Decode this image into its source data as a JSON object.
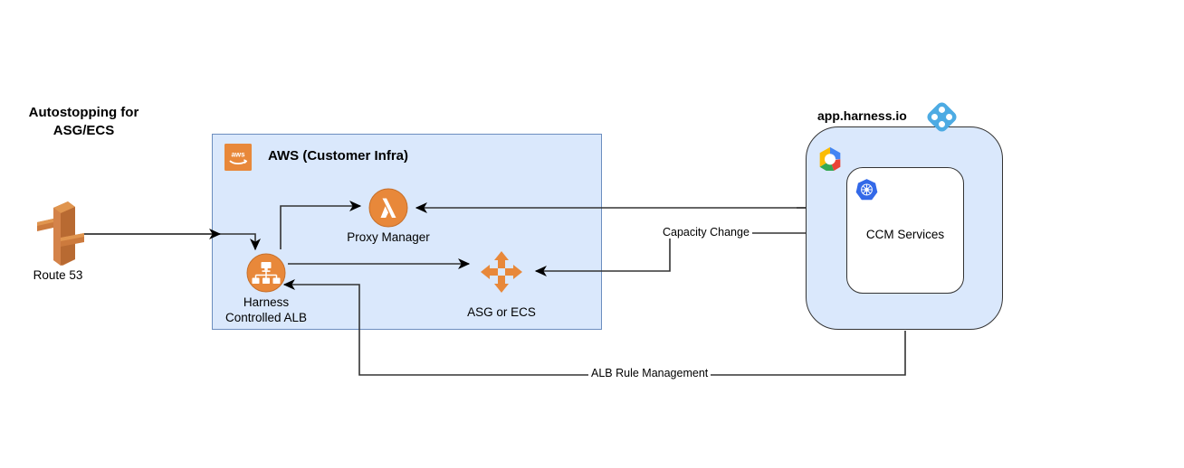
{
  "diagram": {
    "title": "Autostopping for\nASG/ECS",
    "background": "#ffffff"
  },
  "colors": {
    "container_fill": "#dae8fc",
    "container_stroke": "#6c8ebf",
    "aws_orange": "#e8883a",
    "route53_orange": "#cc7a3d",
    "harness_blue": "#4dabe3",
    "k8s_blue": "#3369e8",
    "edge_stroke": "#333333"
  },
  "nodes": {
    "route53": {
      "label": "Route 53",
      "icon": "route53-dns-icon"
    },
    "aws_container": {
      "title": "AWS (Customer Infra)",
      "icon": "aws-logo-icon",
      "icon_text": "aws"
    },
    "proxy_manager": {
      "label": "Proxy Manager",
      "icon": "aws-lambda-icon"
    },
    "alb": {
      "label": "Harness\nControlled ALB",
      "icon": "load-balancer-icon"
    },
    "asg_ecs": {
      "label": "ASG or ECS",
      "icon": "auto-scaling-group-icon"
    },
    "harness_container": {
      "domain": "app.harness.io",
      "logo_icon": "harness-logo-icon",
      "cloud_icon": "google-cloud-platform-icon"
    },
    "ccm_services": {
      "label": "CCM Services",
      "icon": "kubernetes-icon"
    }
  },
  "edges": [
    {
      "name": "route53-to-alb",
      "label": ""
    },
    {
      "name": "alb-to-proxy-manager",
      "label": ""
    },
    {
      "name": "ccm-to-proxy-manager",
      "label": ""
    },
    {
      "name": "alb-to-asg",
      "label": ""
    },
    {
      "name": "ccm-to-asg",
      "label": "Capacity Change"
    },
    {
      "name": "ccm-to-alb-rules",
      "label": "ALB Rule Management"
    }
  ],
  "edge_labels": {
    "capacity_change": "Capacity Change",
    "alb_rule_management": "ALB Rule Management"
  }
}
